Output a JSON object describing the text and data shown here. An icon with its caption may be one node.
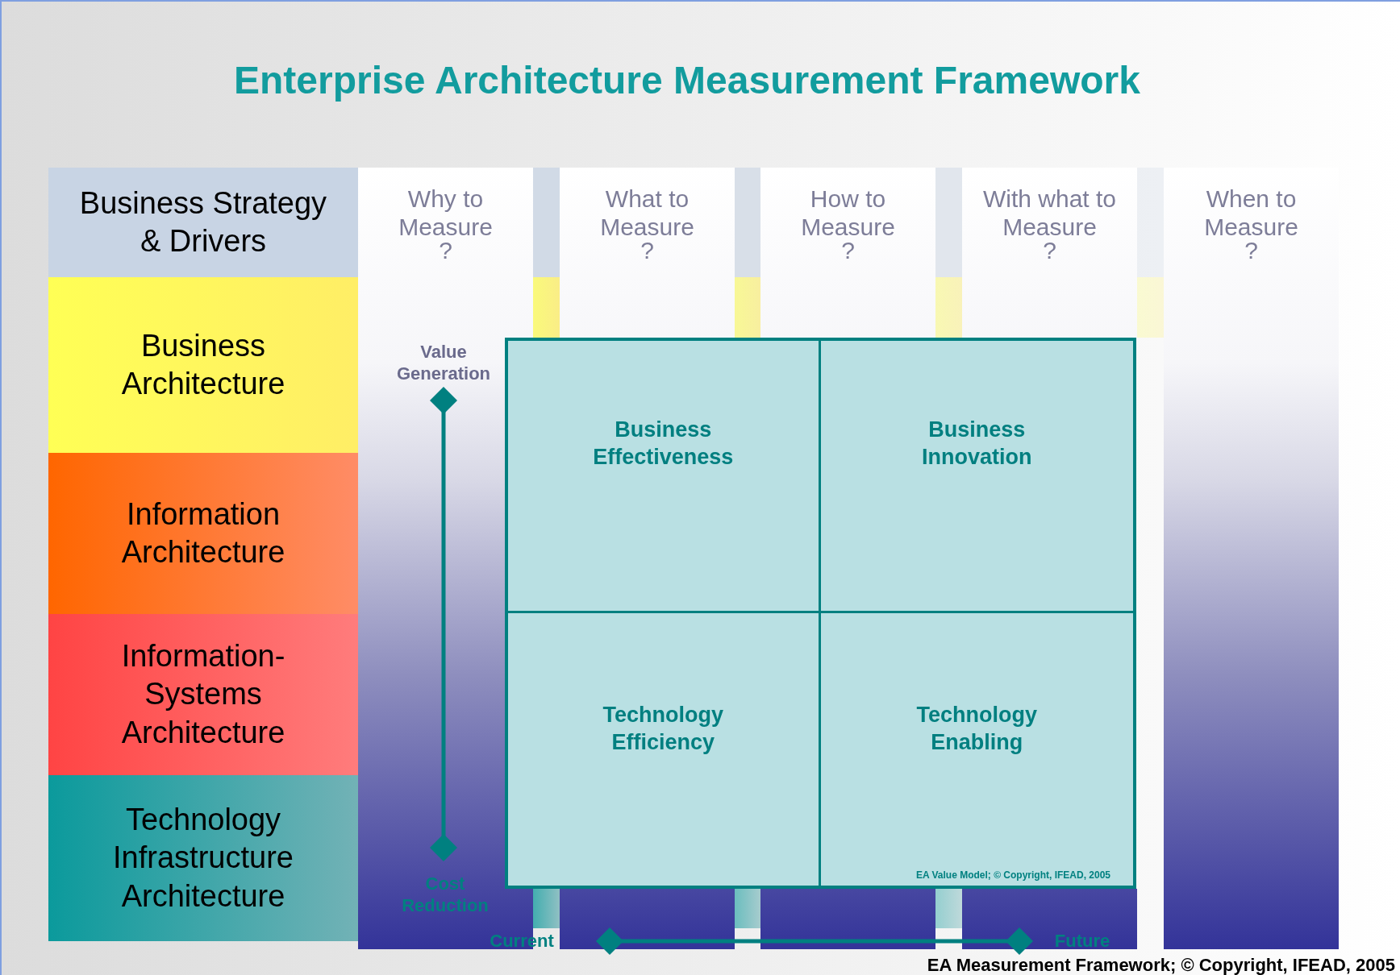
{
  "diagram": {
    "title": "Enterprise Architecture Measurement Framework",
    "nodes": [
      {
        "text": [
          "Business Strategy & Drivers"
        ]
      },
      {
        "text": [
          "Business Architecture"
        ]
      },
      {
        "text": [
          "Information Architecture"
        ]
      },
      {
        "text": [
          "Information-Systems Architecture"
        ]
      },
      {
        "text": [
          "Technology Infrastructure Architecture"
        ]
      },
      {
        "text": [
          "Why to Measure",
          "?"
        ]
      },
      {
        "text": [
          "What to Measure",
          "?"
        ]
      },
      {
        "text": [
          "How to Measure",
          "?"
        ]
      },
      {
        "text": [
          "With what to Measure",
          "?"
        ]
      },
      {
        "text": [
          "When to Measure",
          "?"
        ]
      },
      {
        "text": [
          "EA Value Model; © Copyright, IFEAD, 2005"
        ]
      },
      {
        "text": [
          "Business Effectiveness"
        ],
        "in": 10
      },
      {
        "text": [
          "Business Innovation"
        ],
        "in": 10
      },
      {
        "text": [
          "Technology Efficiency"
        ],
        "in": 10
      },
      {
        "text": [
          "Technology Enabling"
        ],
        "in": 10
      }
    ],
    "edges": [],
    "labels": [
      "Value Generation",
      "Cost Reduction",
      "Current",
      "Future",
      "EA Measurement Framework; © Copyright, IFEAD, 2005"
    ]
  }
}
